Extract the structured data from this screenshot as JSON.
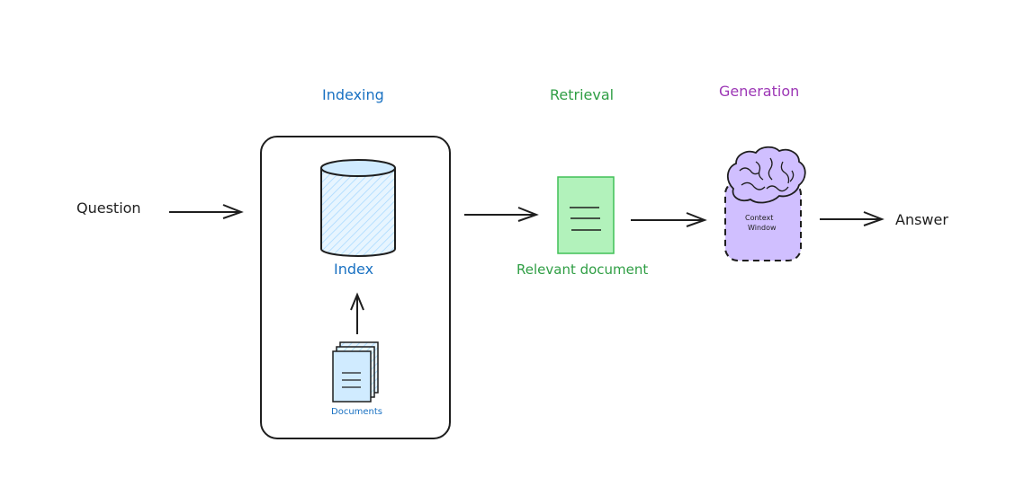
{
  "stages": {
    "indexing": "Indexing",
    "retrieval": "Retrieval",
    "generation": "Generation"
  },
  "nodes": {
    "question": "Question",
    "index": "Index",
    "documents": "Documents",
    "relevant_document": "Relevant document",
    "context_window_line1": "Context",
    "context_window_line2": "Window",
    "answer": "Answer"
  },
  "colors": {
    "indexing": "#1971c2",
    "retrieval": "#2f9e44",
    "generation": "#9c36b5",
    "index_fill": "#d0ebff",
    "doc_fill": "#b2f2bb",
    "context_fill": "#d0bfff",
    "stroke": "#1e1e1e"
  }
}
